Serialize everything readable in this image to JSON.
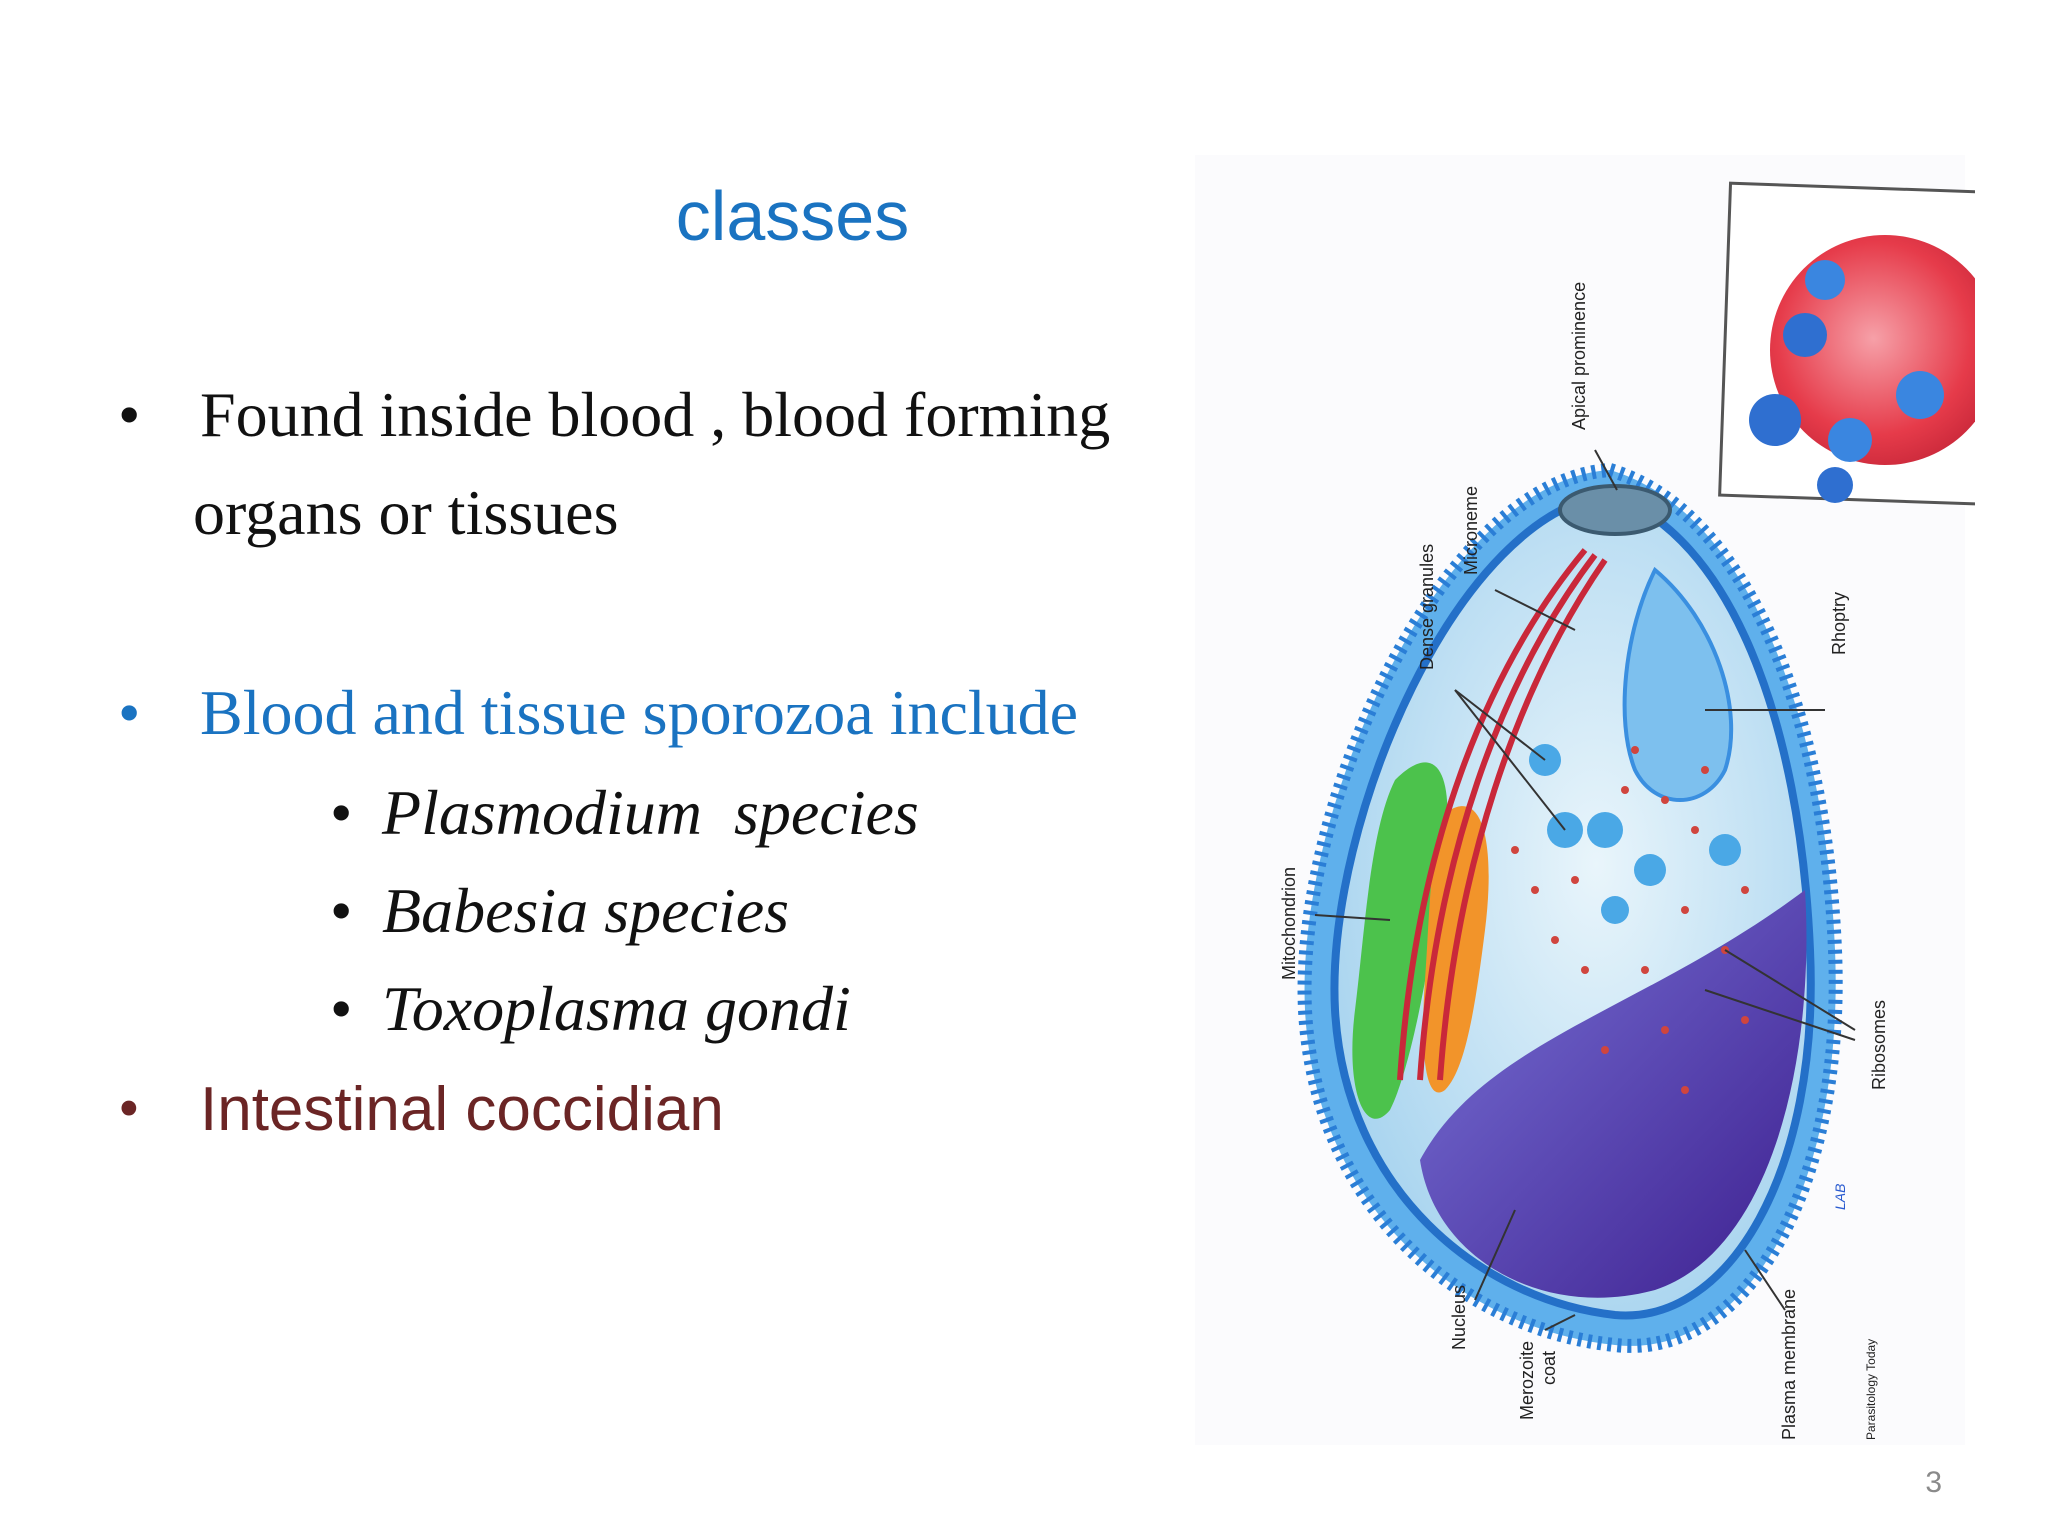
{
  "slide": {
    "title": "classes",
    "page_number": "3"
  },
  "bullets": [
    {
      "marker": "•",
      "line1": "Found inside blood , blood forming",
      "line2": "organs or tissues",
      "color": "#111111"
    },
    {
      "marker": "•",
      "text": "Blood and tissue sporozoa include",
      "color": "#1a73c1"
    },
    {
      "marker": "•",
      "text": "Intestinal coccidian",
      "color": "#6b2525"
    }
  ],
  "sub_bullets": [
    {
      "marker": "•",
      "text": "Plasmodium  species"
    },
    {
      "marker": "•",
      "text": "Babesia species"
    },
    {
      "marker": "•",
      "text": "Toxoplasma gondi"
    }
  ],
  "figure": {
    "labels": {
      "apical": "Apical prominence",
      "microneme": "Microneme",
      "dense": "Dense granules",
      "rhoptry": "Rhoptry",
      "mitochondrion": "Mitochondrion",
      "ribosomes": "Ribosomes",
      "nucleus": "Nucleus",
      "merozoite": "Merozoite",
      "coat": "coat",
      "plasma": "Plasma membrane",
      "credit": "Parasitology Today",
      "signature": "LAB"
    }
  },
  "colors": {
    "title": "#1a73c1",
    "body_text": "#111111",
    "blue_bullet": "#1a73c1",
    "maroon_bullet": "#6b2525",
    "membrane_blue": "#3a8fe0",
    "nucleus_purple": "#5a3fb0",
    "rbc_red": "#e63b4a"
  }
}
